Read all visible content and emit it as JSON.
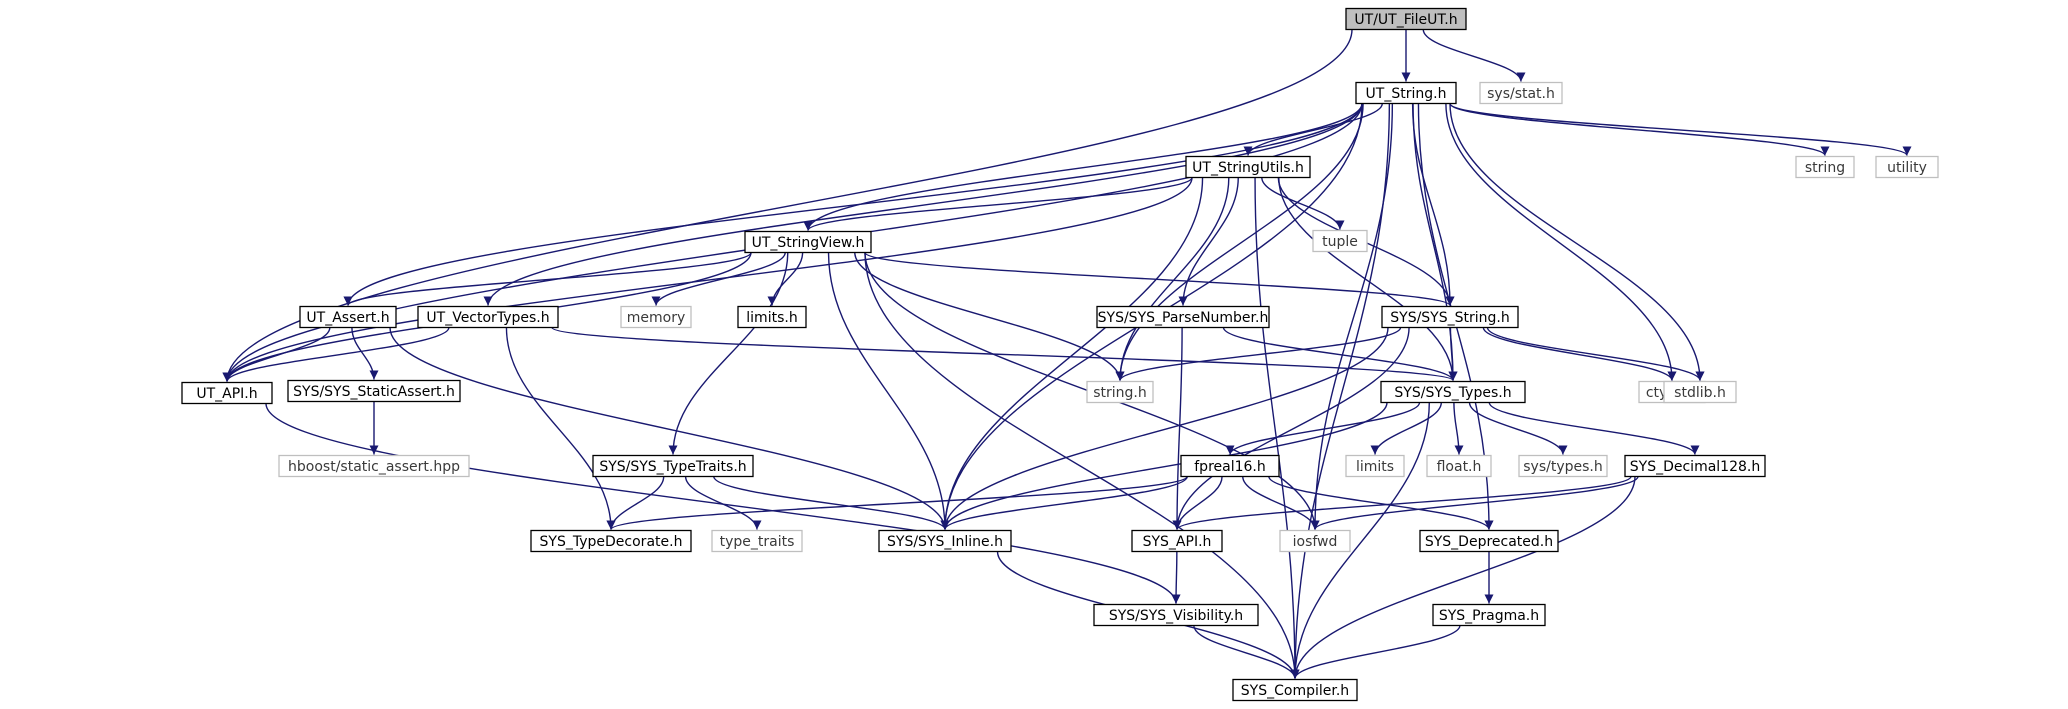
{
  "graph": {
    "edge_color": "#191970",
    "nodes": [
      {
        "id": "root",
        "label": "UT/UT_FileUT.h",
        "kind": "root"
      },
      {
        "id": "ut_string",
        "label": "UT_String.h",
        "kind": "local"
      },
      {
        "id": "sys_stat",
        "label": "sys/stat.h",
        "kind": "system"
      },
      {
        "id": "string",
        "label": "string",
        "kind": "system"
      },
      {
        "id": "utility",
        "label": "utility",
        "kind": "system"
      },
      {
        "id": "ut_stringutils",
        "label": "UT_StringUtils.h",
        "kind": "local"
      },
      {
        "id": "tuple",
        "label": "tuple",
        "kind": "system"
      },
      {
        "id": "ut_stringview",
        "label": "UT_StringView.h",
        "kind": "local"
      },
      {
        "id": "ut_assert",
        "label": "UT_Assert.h",
        "kind": "local"
      },
      {
        "id": "ut_vectortypes",
        "label": "UT_VectorTypes.h",
        "kind": "local"
      },
      {
        "id": "memory",
        "label": "memory",
        "kind": "system"
      },
      {
        "id": "limits_h",
        "label": "limits.h",
        "kind": "local"
      },
      {
        "id": "sys_parsenumber",
        "label": "SYS/SYS_ParseNumber.h",
        "kind": "local"
      },
      {
        "id": "sys_string",
        "label": "SYS/SYS_String.h",
        "kind": "local"
      },
      {
        "id": "ut_api",
        "label": "UT_API.h",
        "kind": "local"
      },
      {
        "id": "sys_staticassert",
        "label": "SYS/SYS_StaticAssert.h",
        "kind": "local"
      },
      {
        "id": "string_h",
        "label": "string.h",
        "kind": "system"
      },
      {
        "id": "sys_types",
        "label": "SYS/SYS_Types.h",
        "kind": "local"
      },
      {
        "id": "ctype_h",
        "label": "ctype.h",
        "kind": "system"
      },
      {
        "id": "stdlib_h",
        "label": "stdlib.h",
        "kind": "system"
      },
      {
        "id": "hboost",
        "label": "hboost/static_assert.hpp",
        "kind": "system"
      },
      {
        "id": "sys_typetraits",
        "label": "SYS/SYS_TypeTraits.h",
        "kind": "local"
      },
      {
        "id": "limits",
        "label": "limits",
        "kind": "system"
      },
      {
        "id": "float_h",
        "label": "float.h",
        "kind": "system"
      },
      {
        "id": "sys_types_h",
        "label": "sys/types.h",
        "kind": "system"
      },
      {
        "id": "fpreal16",
        "label": "fpreal16.h",
        "kind": "local"
      },
      {
        "id": "sys_decimal128",
        "label": "SYS_Decimal128.h",
        "kind": "local"
      },
      {
        "id": "sys_typedecorate",
        "label": "SYS_TypeDecorate.h",
        "kind": "local"
      },
      {
        "id": "type_traits",
        "label": "type_traits",
        "kind": "system"
      },
      {
        "id": "sys_inline",
        "label": "SYS/SYS_Inline.h",
        "kind": "local"
      },
      {
        "id": "sys_api",
        "label": "SYS_API.h",
        "kind": "local"
      },
      {
        "id": "iosfwd",
        "label": "iosfwd",
        "kind": "system"
      },
      {
        "id": "sys_deprecated",
        "label": "SYS_Deprecated.h",
        "kind": "local"
      },
      {
        "id": "sys_visibility",
        "label": "SYS/SYS_Visibility.h",
        "kind": "local"
      },
      {
        "id": "sys_pragma",
        "label": "SYS_Pragma.h",
        "kind": "local"
      },
      {
        "id": "sys_compiler",
        "label": "SYS_Compiler.h",
        "kind": "local"
      }
    ],
    "edges": [
      [
        "root",
        "ut_string"
      ],
      [
        "root",
        "sys_stat"
      ],
      [
        "root",
        "ut_api"
      ],
      [
        "ut_string",
        "string"
      ],
      [
        "ut_string",
        "utility"
      ],
      [
        "ut_string",
        "ut_stringutils"
      ],
      [
        "ut_string",
        "ut_stringview"
      ],
      [
        "ut_string",
        "ut_assert"
      ],
      [
        "ut_string",
        "ut_vectortypes"
      ],
      [
        "ut_string",
        "ut_api"
      ],
      [
        "ut_string",
        "sys_string"
      ],
      [
        "ut_string",
        "string_h"
      ],
      [
        "ut_string",
        "sys_types"
      ],
      [
        "ut_string",
        "ctype_h"
      ],
      [
        "ut_string",
        "stdlib_h"
      ],
      [
        "ut_string",
        "sys_inline"
      ],
      [
        "ut_string",
        "iosfwd"
      ],
      [
        "ut_string",
        "sys_deprecated"
      ],
      [
        "ut_string",
        "sys_compiler"
      ],
      [
        "ut_stringutils",
        "tuple"
      ],
      [
        "ut_stringutils",
        "ut_stringview"
      ],
      [
        "ut_stringutils",
        "ut_api"
      ],
      [
        "ut_stringutils",
        "sys_parsenumber"
      ],
      [
        "ut_stringutils",
        "sys_string"
      ],
      [
        "ut_stringutils",
        "string_h"
      ],
      [
        "ut_stringutils",
        "sys_types"
      ],
      [
        "ut_stringutils",
        "sys_inline"
      ],
      [
        "ut_stringutils",
        "sys_compiler"
      ],
      [
        "ut_stringview",
        "memory"
      ],
      [
        "ut_stringview",
        "limits_h"
      ],
      [
        "ut_stringview",
        "ut_assert"
      ],
      [
        "ut_stringview",
        "ut_api"
      ],
      [
        "ut_stringview",
        "sys_string"
      ],
      [
        "ut_stringview",
        "string_h"
      ],
      [
        "ut_stringview",
        "sys_typetraits"
      ],
      [
        "ut_stringview",
        "sys_inline"
      ],
      [
        "ut_stringview",
        "iosfwd"
      ],
      [
        "ut_stringview",
        "sys_compiler"
      ],
      [
        "ut_assert",
        "ut_api"
      ],
      [
        "ut_assert",
        "sys_staticassert"
      ],
      [
        "ut_assert",
        "sys_inline"
      ],
      [
        "ut_vectortypes",
        "ut_api"
      ],
      [
        "ut_vectortypes",
        "sys_types"
      ],
      [
        "ut_vectortypes",
        "sys_typedecorate"
      ],
      [
        "sys_parsenumber",
        "sys_types"
      ],
      [
        "sys_parsenumber",
        "sys_api"
      ],
      [
        "sys_string",
        "string_h"
      ],
      [
        "sys_string",
        "sys_types"
      ],
      [
        "sys_string",
        "ctype_h"
      ],
      [
        "sys_string",
        "stdlib_h"
      ],
      [
        "sys_string",
        "sys_inline"
      ],
      [
        "sys_string",
        "sys_api"
      ],
      [
        "ut_api",
        "sys_visibility"
      ],
      [
        "sys_staticassert",
        "hboost"
      ],
      [
        "sys_types",
        "limits"
      ],
      [
        "sys_types",
        "float_h"
      ],
      [
        "sys_types",
        "sys_types_h"
      ],
      [
        "sys_types",
        "fpreal16"
      ],
      [
        "sys_types",
        "sys_decimal128"
      ],
      [
        "sys_types",
        "sys_inline"
      ],
      [
        "sys_types",
        "sys_compiler"
      ],
      [
        "sys_typetraits",
        "sys_typedecorate"
      ],
      [
        "sys_typetraits",
        "type_traits"
      ],
      [
        "sys_typetraits",
        "sys_inline"
      ],
      [
        "fpreal16",
        "sys_typedecorate"
      ],
      [
        "fpreal16",
        "sys_inline"
      ],
      [
        "fpreal16",
        "sys_api"
      ],
      [
        "fpreal16",
        "iosfwd"
      ],
      [
        "fpreal16",
        "sys_deprecated"
      ],
      [
        "sys_decimal128",
        "sys_api"
      ],
      [
        "sys_decimal128",
        "iosfwd"
      ],
      [
        "sys_decimal128",
        "sys_compiler"
      ],
      [
        "sys_inline",
        "sys_compiler"
      ],
      [
        "sys_api",
        "sys_visibility"
      ],
      [
        "sys_deprecated",
        "sys_pragma"
      ],
      [
        "sys_visibility",
        "sys_compiler"
      ],
      [
        "sys_pragma",
        "sys_compiler"
      ]
    ]
  }
}
